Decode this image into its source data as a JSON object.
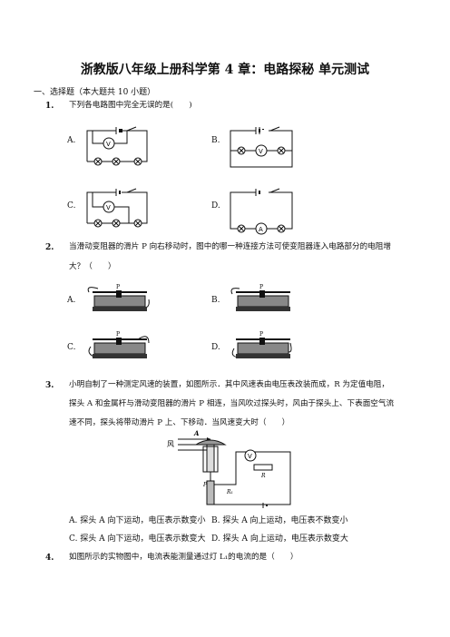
{
  "doc": {
    "title": "浙教版八年级上册科学第 4 章：电路探秘 单元测试",
    "section": "一、选择题（本大题共 10 小题）",
    "q1": {
      "num": "1.",
      "text": "下列各电路图中完全无误的是(　　)",
      "options": [
        "A.",
        "B.",
        "C.",
        "D."
      ]
    },
    "q2": {
      "num": "2.",
      "text_line1": "当滑动变阻器的滑片 P 向右移动时，图中的哪一种连接方法可使变阻器连入电路部分的电阻增",
      "text_line2": "大？（　　）",
      "options": [
        "A.",
        "B.",
        "C.",
        "D."
      ]
    },
    "q3": {
      "num": "3.",
      "text_line1": "小明自制了一种测定风速的装置，如图所示．其中风速表由电压表改装而成，R 为定值电阻，",
      "text_line2": "探头 A 和金属杆与滑动变阻器的滑片 P 相连，当风吹过探头时，风由于探头上、下表面空气流",
      "text_line3": "速不同，探头将带动滑片 P 上、下移动．当风速变大时（　　）",
      "figure_labels": {
        "wind": "风",
        "A": "A",
        "V": "V",
        "R": "R",
        "P": "P",
        "R1": "R₁"
      },
      "options": [
        "A. 探头 A 向下运动，电压表示数变小",
        "B. 探头 A 向上运动，电压表不数变小",
        "C. 探头 A 向下运动，电压表示数变大",
        "D. 探头 A 向上运动，电压表示数变大"
      ]
    },
    "q4": {
      "num": "4.",
      "text": "如图所示的实物图中，电流表能测量通过灯 L₁的电流的是（　　）"
    },
    "meter_symbols": {
      "V": "V",
      "A": "A"
    }
  }
}
